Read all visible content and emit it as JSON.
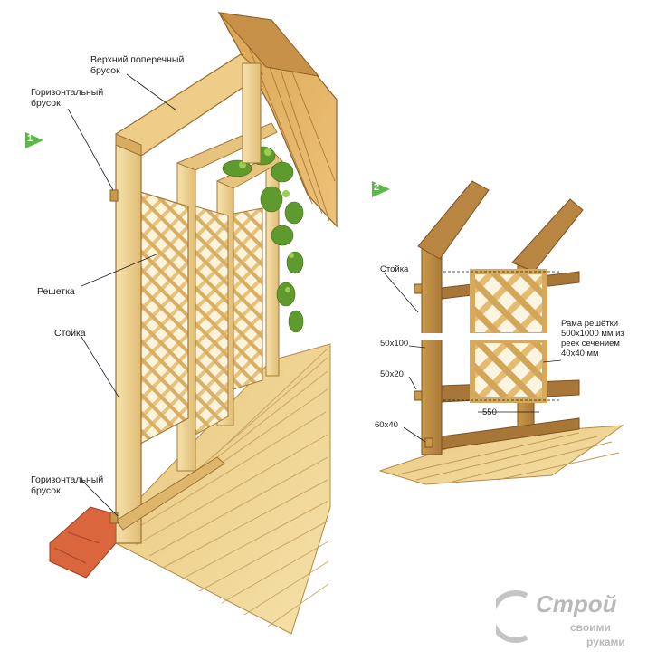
{
  "figure1": {
    "number": "1",
    "labels": {
      "top_crossbar": "Верхний поперечный брусок",
      "horizontal_bar_top": "Горизонтальный брусок",
      "lattice": "Решетка",
      "post": "Стойка",
      "horizontal_bar_bottom": "Горизонтальный брусок"
    }
  },
  "figure2": {
    "number": "2",
    "labels": {
      "post": "Стойка",
      "size_50x100": "50x100",
      "size_50x20": "50x20",
      "size_60x40": "60x40",
      "frame_note": "Рама решётки 500x1000 мм из реек сечением 40x40 мм",
      "width_550": "550"
    }
  },
  "watermark": {
    "line1": "Строй",
    "line2": "своими",
    "line3": "руками"
  },
  "colors": {
    "wood_light": "#f2d89a",
    "wood_mid": "#dcb56a",
    "wood_dark": "#b98a3e",
    "roof": "#e2b565",
    "foliage": "#5f9a2e",
    "badge": "#5cb84a",
    "brick": "#d9663c"
  }
}
